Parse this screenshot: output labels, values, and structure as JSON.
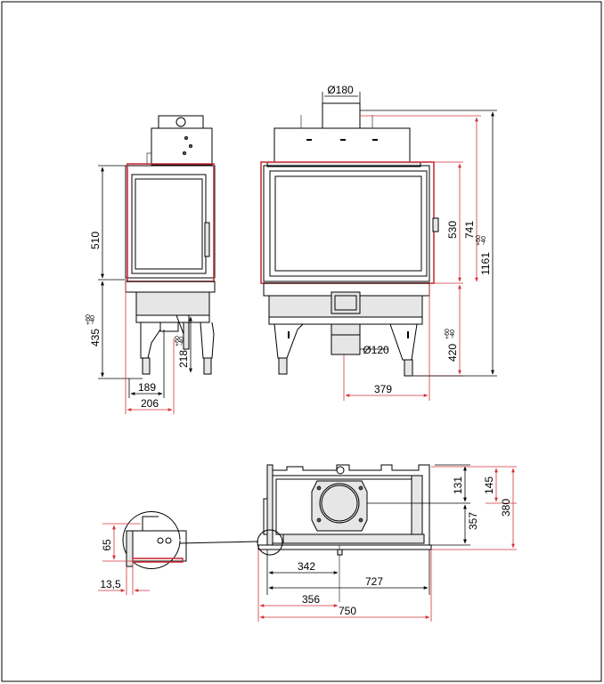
{
  "dimensions": {
    "d180": "Ø180",
    "d120": "Ø120",
    "h510": "510",
    "h435": "435",
    "tol435": [
      "+60",
      "-40"
    ],
    "h218": "218",
    "tol218": [
      "+60",
      "-40"
    ],
    "w189": "189",
    "w206": "206",
    "h530": "530",
    "h741": "741",
    "h1161": "1161",
    "tol1161": [
      "+60",
      "-40"
    ],
    "h420": "420",
    "tol420": [
      "+60",
      "-40"
    ],
    "w379": "379",
    "h131": "131",
    "h145": "145",
    "h357": "357",
    "h380": "380",
    "h65": "65",
    "w13_5": "13,5",
    "w342": "342",
    "w727": "727",
    "w356": "356",
    "w750": "750"
  },
  "colors": {
    "line": "#000000",
    "accent_red": "#d3353a",
    "fill_grey": "#e6e6e6"
  }
}
